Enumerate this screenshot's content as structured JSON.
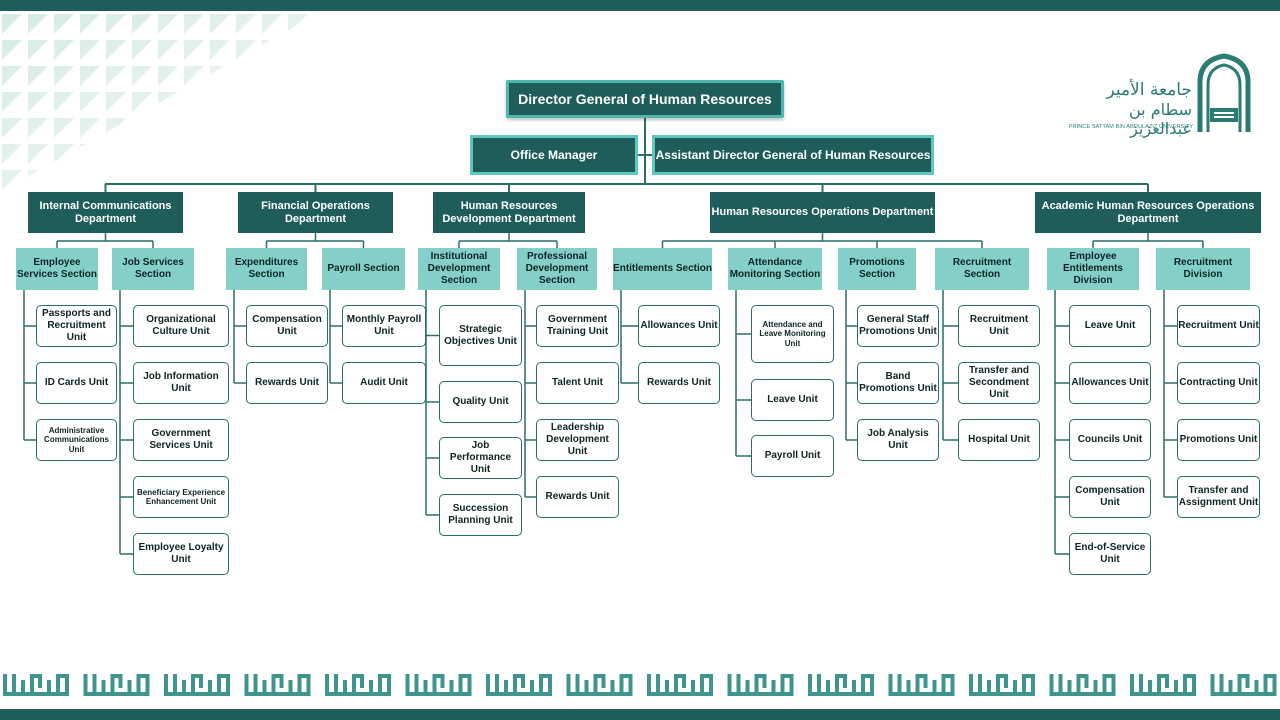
{
  "director": "Director General of Human Resources",
  "office_manager": "Office Manager",
  "assistant_director": "Assistant Director General of Human Resources",
  "logo": {
    "arabic_line1": "جامعة الأمير",
    "arabic_line2": "سطام بن عبدالعزيز",
    "english": "PRINCE SATTAM BIN ABDULAZIZ UNIVERSITY"
  },
  "departments": [
    {
      "name": "Internal Communications Department",
      "sections": [
        {
          "name": "Employee Services Section",
          "units": [
            "Passports and Recruitment Unit",
            "ID Cards Unit",
            "Administrative Communications Unit"
          ]
        },
        {
          "name": "Job Services Section",
          "units": [
            "Organizational Culture Unit",
            "Job Information Unit",
            "Government Services Unit",
            "Beneficiary Experience Enhancement Unit",
            "Employee Loyalty Unit"
          ]
        }
      ]
    },
    {
      "name": "Financial Operations Department",
      "sections": [
        {
          "name": "Expenditures Section",
          "units": [
            "Compensation Unit",
            "Rewards Unit"
          ]
        },
        {
          "name": "Payroll Section",
          "units": [
            "Monthly Payroll Unit",
            "Audit Unit"
          ]
        }
      ]
    },
    {
      "name": "Human Resources Development Department",
      "sections": [
        {
          "name": "Institutional Development Section",
          "units": [
            "Strategic Objectives Unit",
            "Quality Unit",
            "Job Performance Unit",
            "Succession Planning Unit"
          ]
        },
        {
          "name": "Professional Development Section",
          "units": [
            "Government Training Unit",
            "Talent Unit",
            "Leadership Development Unit",
            "Rewards Unit"
          ]
        }
      ]
    },
    {
      "name": "Human Resources Operations Department",
      "sections": [
        {
          "name": "Entitlements Section",
          "units": [
            "Allowances Unit",
            "Rewards Unit"
          ]
        },
        {
          "name": "Attendance Monitoring Section",
          "units": [
            "Attendance and Leave Monitoring Unit",
            "Leave Unit",
            "Payroll Unit"
          ]
        },
        {
          "name": "Promotions Section",
          "units": [
            "General Staff Promotions Unit",
            "Band Promotions Unit",
            "Job Analysis Unit"
          ]
        },
        {
          "name": "Recruitment Section",
          "units": [
            "Recruitment Unit",
            "Transfer and Secondment Unit",
            "Hospital Unit"
          ]
        }
      ]
    },
    {
      "name": "Academic Human Resources Operations Department",
      "sections": [
        {
          "name": "Employee Entitlements Division",
          "units": [
            "Leave Unit",
            "Allowances Unit",
            "Councils Unit",
            "Compensation Unit",
            "End-of-Service Unit"
          ]
        },
        {
          "name": "Recruitment Division",
          "units": [
            "Recruitment Unit",
            "Contracting Unit",
            "Promotions Unit",
            "Transfer and Assignment Unit"
          ]
        }
      ]
    }
  ],
  "colors": {
    "dark_teal": "#1e5d5a",
    "light_teal": "#84d0c8",
    "accent": "#4db8b0"
  }
}
